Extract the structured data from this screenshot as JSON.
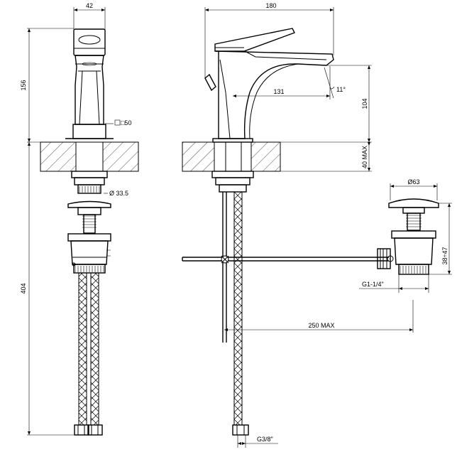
{
  "dimensions": {
    "front_width": "42",
    "front_height": "156",
    "square_size": "□50",
    "thread_diameter": "Ø 33.5",
    "below_deck_height": "404",
    "side_width": "180",
    "spout_reach": "131",
    "spout_angle": "11°",
    "spout_height": "104",
    "deck_thickness": "40 MAX",
    "waste_diameter": "Ø63",
    "waste_height": "38÷47",
    "waste_thread": "G1-1/4\"",
    "rod_length": "250 MAX",
    "hose_thread": "G3/8\""
  }
}
